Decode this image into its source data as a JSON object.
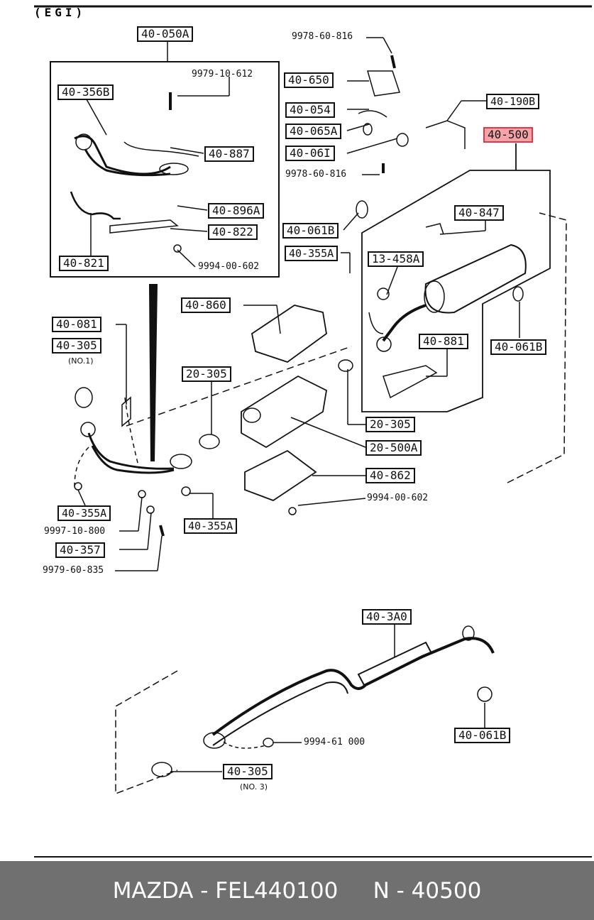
{
  "header": {
    "engine_tag": "(EGI)"
  },
  "labels": {
    "l_40_050a": "40-050A",
    "l_40_356b": "40-356B",
    "l_40_887": "40-887",
    "l_40_896a": "40-896A",
    "l_40_822": "40-822",
    "l_40_821": "40-821",
    "l_40_650": "40-650",
    "l_40_054": "40-054",
    "l_40_065a": "40-065A",
    "l_40_061": "40-06I",
    "l_40_190b": "40-190B",
    "l_40_500": "40-500",
    "l_40_847": "40-847",
    "l_40_061b_1": "40-061B",
    "l_40_355a_1": "40-355A",
    "l_13_458a": "13-458A",
    "l_40_061b_2": "40-061B",
    "l_40_881": "40-881",
    "l_40_860": "40-860",
    "l_40_081": "40-081",
    "l_40_305_1": "40-305",
    "l_20_305_1": "20-305",
    "l_20_305_2": "20-305",
    "l_20_500a": "20-500A",
    "l_40_862": "40-862",
    "l_40_355a_2": "40-355A",
    "l_40_355a_3": "40-355A",
    "l_40_357": "40-357",
    "l_40_3a0": "40-3A0",
    "l_40_061b_3": "40-061B",
    "l_40_305_2": "40-305"
  },
  "part_numbers": {
    "pn_9979_10_612": "9979-10-612",
    "pn_9994_00_602_a": "9994-00-602",
    "pn_9978_60_816_a": "9978-60-816",
    "pn_9978_60_816_b": "9978-60-816",
    "pn_9994_00_602_b": "9994-00-602",
    "pn_9997_10_800": "9997-10-800",
    "pn_9979_60_835": "9979-60-835",
    "pn_9994_61_000": "9994-61 000"
  },
  "notes": {
    "no1": "(NO.1)",
    "no3": "(NO. 3)"
  },
  "highlight_color": "#f5a3a8",
  "footer": {
    "text": "MAZDA - FEL440100     N - 40500"
  }
}
